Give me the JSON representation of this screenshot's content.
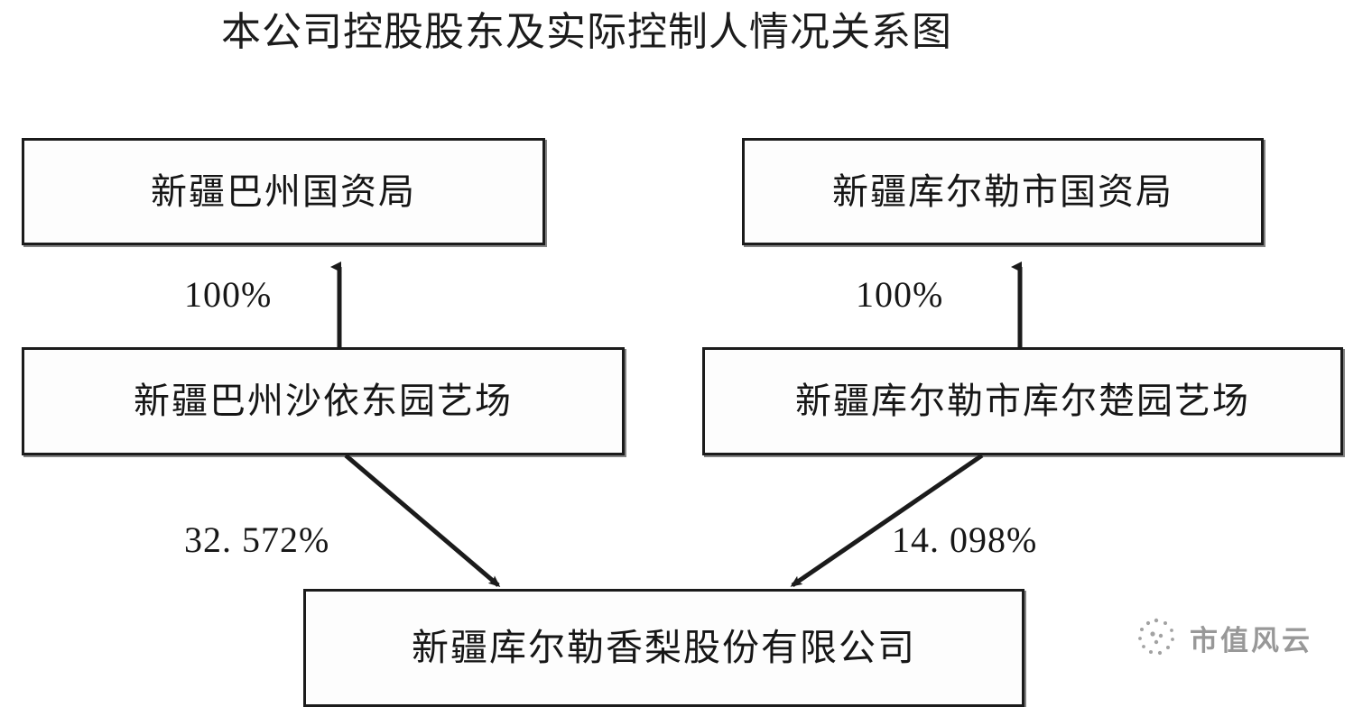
{
  "title": "本公司控股股东及实际控制人情况关系图",
  "nodes": {
    "bazhou_sasac": "新疆巴州国资局",
    "korla_sasac": "新疆库尔勒市国资局",
    "shayidong": "新疆巴州沙依东园艺场",
    "kuerchu": "新疆库尔勒市库尔楚园艺场",
    "company": "新疆库尔勒香梨股份有限公司"
  },
  "edges": {
    "bazhou_ownership": "100%",
    "korla_ownership": "100%",
    "shayidong_stake": "32. 572%",
    "kuerchu_stake": "14. 098%"
  },
  "watermark": {
    "text": "市值风云",
    "icon": "dotted-circle-logo-icon"
  },
  "colors": {
    "background": "#ffffff",
    "box_border": "#1b1b1b",
    "box_fill": "#fdfdfd",
    "text": "#161616",
    "connector": "#1b1b1b",
    "watermark_text": "#5a5a5a"
  },
  "chart_data": {
    "type": "diagram",
    "title": "本公司控股股东及实际控制人情况关系图",
    "diagram_kind": "ownership-structure-chart",
    "nodes": [
      {
        "id": "bazhou_sasac",
        "label": "新疆巴州国资局",
        "level": 1,
        "column": "left"
      },
      {
        "id": "korla_sasac",
        "label": "新疆库尔勒市国资局",
        "level": 1,
        "column": "right"
      },
      {
        "id": "shayidong",
        "label": "新疆巴州沙依东园艺场",
        "level": 2,
        "column": "left"
      },
      {
        "id": "kuerchu",
        "label": "新疆库尔勒市库尔楚园艺场",
        "level": 2,
        "column": "right"
      },
      {
        "id": "company",
        "label": "新疆库尔勒香梨股份有限公司",
        "level": 3,
        "column": "center"
      }
    ],
    "links": [
      {
        "from": "shayidong",
        "to": "bazhou_sasac",
        "label": "100%",
        "value": 100,
        "direction": "up"
      },
      {
        "from": "kuerchu",
        "to": "korla_sasac",
        "label": "100%",
        "value": 100,
        "direction": "up"
      },
      {
        "from": "shayidong",
        "to": "company",
        "label": "32. 572%",
        "value": 32.572,
        "direction": "down-right"
      },
      {
        "from": "kuerchu",
        "to": "company",
        "label": "14. 098%",
        "value": 14.098,
        "direction": "down-left"
      }
    ]
  }
}
